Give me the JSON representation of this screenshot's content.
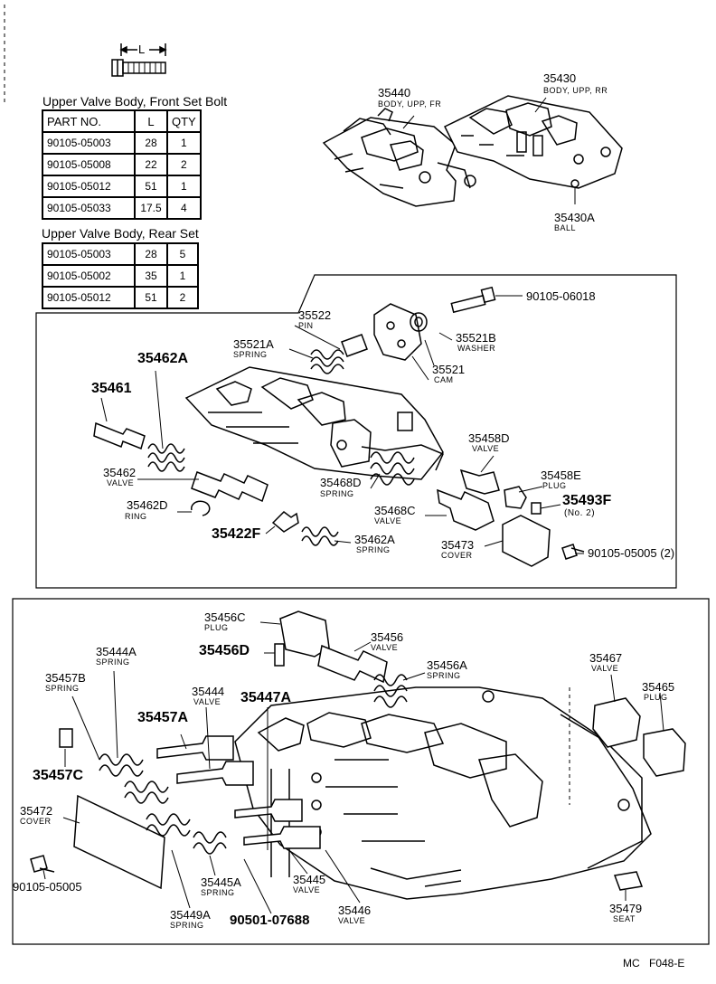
{
  "bolt_dimension_label": "L",
  "front_set": {
    "caption": "Upper Valve Body, Front Set Bolt",
    "headers": {
      "part_no": "PART NO.",
      "length": "L",
      "qty": "QTY"
    },
    "rows": [
      {
        "part_no": "90105-05003",
        "length": "28",
        "qty": "1"
      },
      {
        "part_no": "90105-05008",
        "length": "22",
        "qty": "2"
      },
      {
        "part_no": "90105-05012",
        "length": "51",
        "qty": "1"
      },
      {
        "part_no": "90105-05033",
        "length": "17.5",
        "qty": "4"
      }
    ]
  },
  "rear_set": {
    "caption": "Upper Valve Body, Rear Set",
    "rows": [
      {
        "part_no": "90105-05003",
        "length": "28",
        "qty": "5"
      },
      {
        "part_no": "90105-05002",
        "length": "35",
        "qty": "1"
      },
      {
        "part_no": "90105-05012",
        "length": "51",
        "qty": "2"
      }
    ]
  },
  "labels": {
    "p35440": {
      "num": "35440",
      "desc": "BODY, UPP, FR"
    },
    "p35430": {
      "num": "35430",
      "desc": "BODY, UPP, RR"
    },
    "p35430A": {
      "num": "35430A",
      "desc": "BALL"
    },
    "p90105_06018": {
      "num": "90105-06018"
    },
    "p35522": {
      "num": "35522",
      "desc": "PIN"
    },
    "p35521B": {
      "num": "35521B",
      "desc": "WASHER"
    },
    "p35521A": {
      "num": "35521A",
      "desc": "SPRING"
    },
    "p35521": {
      "num": "35521",
      "desc": "CAM"
    },
    "p35462A_top": {
      "num": "35462A"
    },
    "p35461": {
      "num": "35461"
    },
    "p35458D": {
      "num": "35458D",
      "desc": "VALVE"
    },
    "p35462": {
      "num": "35462",
      "desc": "VALVE"
    },
    "p35468D": {
      "num": "35468D",
      "desc": "SPRING"
    },
    "p35458E": {
      "num": "35458E",
      "desc": "PLUG"
    },
    "p35493F": {
      "num": "35493F",
      "desc": "(No. 2)"
    },
    "p35462D": {
      "num": "35462D",
      "desc": "RING"
    },
    "p35468C": {
      "num": "35468C",
      "desc": "VALVE"
    },
    "p35422F": {
      "num": "35422F"
    },
    "p35462A_bot": {
      "num": "35462A",
      "desc": "SPRING"
    },
    "p35473": {
      "num": "35473",
      "desc": "COVER"
    },
    "p90105_05005_2": {
      "num": "90105-05005 (2)"
    },
    "p35456C": {
      "num": "35456C",
      "desc": "PLUG"
    },
    "p35456": {
      "num": "35456",
      "desc": "VALVE"
    },
    "p35456D": {
      "num": "35456D"
    },
    "p35444A": {
      "num": "35444A",
      "desc": "SPRING"
    },
    "p35456A": {
      "num": "35456A",
      "desc": "SPRING"
    },
    "p35467": {
      "num": "35467",
      "desc": "VALVE"
    },
    "p35457B": {
      "num": "35457B",
      "desc": "SPRING"
    },
    "p35444": {
      "num": "35444",
      "desc": "VALVE"
    },
    "p35447A": {
      "num": "35447A"
    },
    "p35465": {
      "num": "35465",
      "desc": "PLUG"
    },
    "p35457A": {
      "num": "35457A"
    },
    "p35457C": {
      "num": "35457C"
    },
    "p35472": {
      "num": "35472",
      "desc": "COVER"
    },
    "p35445A": {
      "num": "35445A",
      "desc": "SPRING"
    },
    "p35445": {
      "num": "35445",
      "desc": "VALVE"
    },
    "p90105_05005": {
      "num": "90105-05005"
    },
    "p35449A": {
      "num": "35449A",
      "desc": "SPRING"
    },
    "p90501_07688": {
      "num": "90501-07688"
    },
    "p35446": {
      "num": "35446",
      "desc": "VALVE"
    },
    "p35479": {
      "num": "35479",
      "desc": "SEAT"
    }
  },
  "footer": {
    "left": "MC",
    "right": "F048-E"
  }
}
